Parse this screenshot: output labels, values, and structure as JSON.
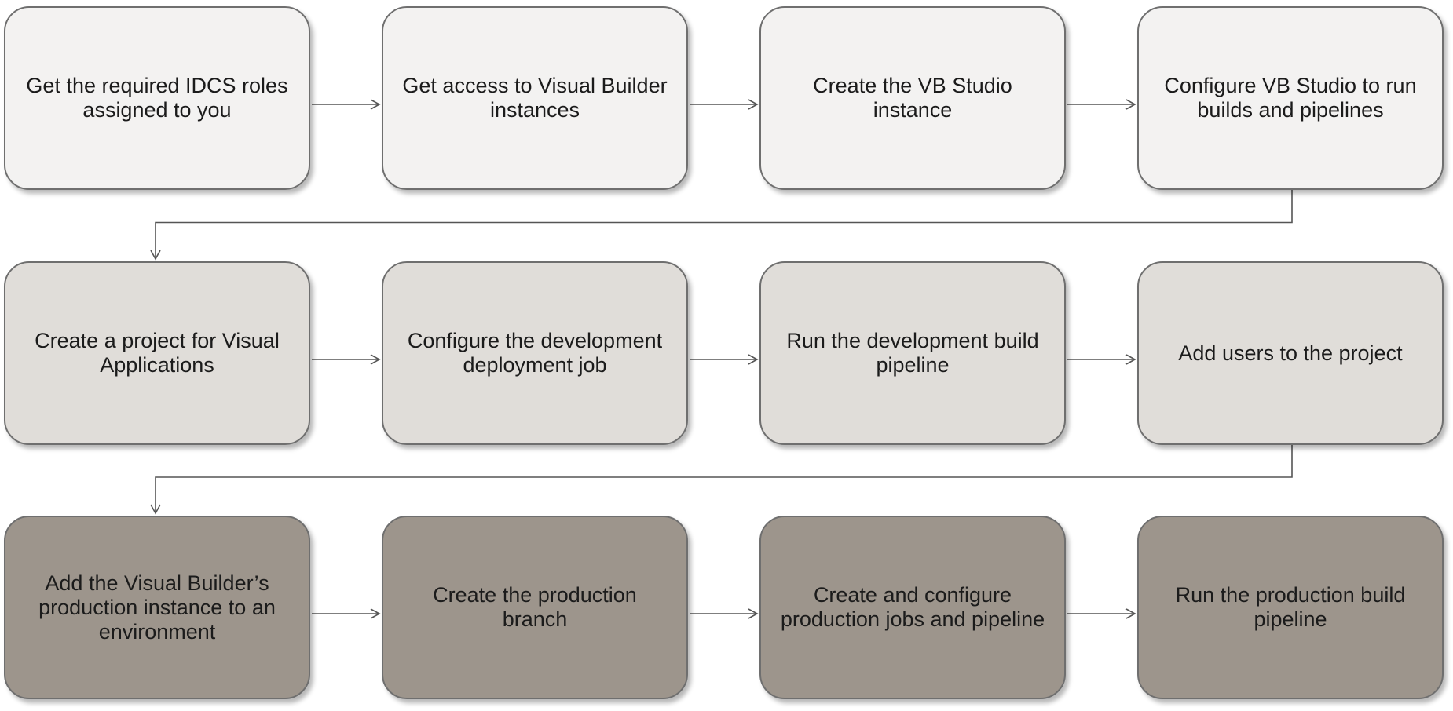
{
  "diagram": {
    "colors": {
      "row_0_fill": "#f3f2f1",
      "row_1_fill": "#e0ddd9",
      "row_2_fill": "#9d958c",
      "border": "#6f6f6f",
      "connector": "#555555"
    },
    "rows": [
      {
        "steps": [
          {
            "label": "Get the required IDCS roles assigned to you"
          },
          {
            "label": "Get access to Visual Builder instances"
          },
          {
            "label": "Create the VB Studio instance"
          },
          {
            "label": "Configure VB Studio to run builds and pipelines"
          }
        ]
      },
      {
        "steps": [
          {
            "label": "Create a project for Visual Applications"
          },
          {
            "label": "Configure the development deployment job"
          },
          {
            "label": "Run the development build pipeline"
          },
          {
            "label": "Add users to the project"
          }
        ]
      },
      {
        "steps": [
          {
            "label": "Add the Visual Builder’s production instance to an environment"
          },
          {
            "label": "Create the production branch"
          },
          {
            "label": "Create and configure production jobs and pipeline"
          },
          {
            "label": "Run the production build pipeline"
          }
        ]
      }
    ]
  }
}
